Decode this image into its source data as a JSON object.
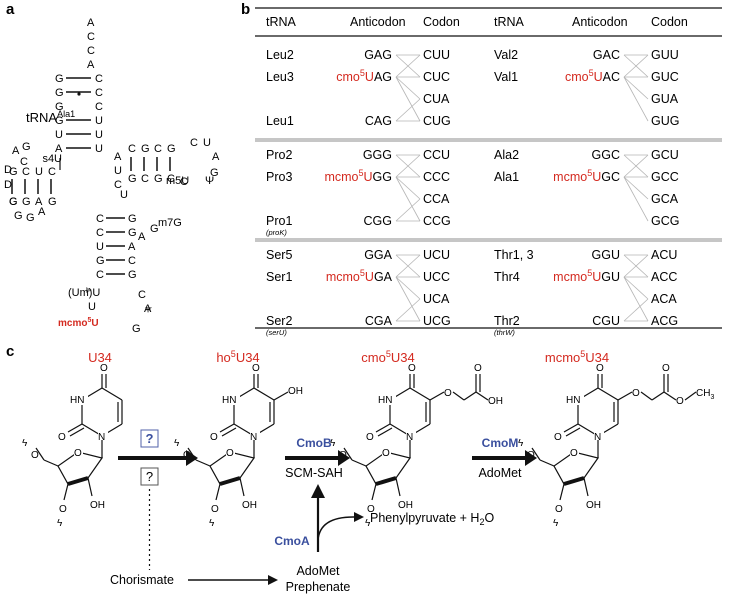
{
  "panel_labels": {
    "a": "a",
    "b": "b",
    "c": "c"
  },
  "trna": {
    "title": "tRNA",
    "title_sup": "Ala1",
    "acceptor_5p": [
      "G",
      "G",
      "G",
      "G",
      "U",
      "A"
    ],
    "acceptor_3p": [
      "A",
      "C",
      "C",
      "A",
      "C",
      "C",
      "C",
      "U",
      "U",
      "U"
    ],
    "s4u": "s4U",
    "m5u": "m5U",
    "psi": "Ψ",
    "m7g": "m7G",
    "d_loop": [
      "C",
      "G",
      "A",
      "D",
      "D",
      "G",
      "G",
      "G",
      "A"
    ],
    "d_stem_top": [
      "C",
      "U",
      "C",
      "G"
    ],
    "d_stem_bot": [
      "G",
      "A",
      "G",
      "C"
    ],
    "t_stem_top": [
      "C",
      "G",
      "C",
      "G"
    ],
    "t_stem_bot": [
      "G",
      "C",
      "G",
      "C"
    ],
    "t_loop": [
      "C",
      "U",
      "A",
      "G",
      "C"
    ],
    "var_loop": [
      "A",
      "G"
    ],
    "ac_stem_5p": [
      "C",
      "C",
      "U",
      "G",
      "C"
    ],
    "ac_stem_3p": [
      "G",
      "G",
      "A",
      "C",
      "G"
    ],
    "um": "(Um)U",
    "u_loop": "U",
    "mcmo_label": "mcmo",
    "mcmo_sup": "5",
    "mcmo_u": "U",
    "ac_loop": [
      "C",
      "A",
      "G"
    ]
  },
  "codon_table": {
    "headers": [
      "tRNA",
      "Anticodon",
      "Codon",
      "tRNA",
      "Anticodon",
      "Codon"
    ],
    "groups": [
      {
        "left": {
          "rows": [
            {
              "trna": "Leu2",
              "anticodon_pre": "",
              "anticodon_sup": "",
              "anticodon": "GAG",
              "codon": "CUU",
              "note": ""
            },
            {
              "trna": "Leu3",
              "anticodon_pre": "cmo",
              "anticodon_sup": "5",
              "anticodon": "UAG",
              "codon": "CUC",
              "note": ""
            },
            {
              "trna": "",
              "anticodon_pre": "",
              "anticodon_sup": "",
              "anticodon": "",
              "codon": "CUA",
              "note": ""
            },
            {
              "trna": "Leu1",
              "anticodon_pre": "",
              "anticodon_sup": "",
              "anticodon": "CAG",
              "codon": "CUG",
              "note": ""
            }
          ]
        },
        "right": {
          "rows": [
            {
              "trna": "Val2",
              "anticodon_pre": "",
              "anticodon_sup": "",
              "anticodon": "GAC",
              "codon": "GUU",
              "note": ""
            },
            {
              "trna": "Val1",
              "anticodon_pre": "cmo",
              "anticodon_sup": "5",
              "anticodon": "UAC",
              "codon": "GUC",
              "note": ""
            },
            {
              "trna": "",
              "anticodon_pre": "",
              "anticodon_sup": "",
              "anticodon": "",
              "codon": "GUA",
              "note": ""
            },
            {
              "trna": "",
              "anticodon_pre": "",
              "anticodon_sup": "",
              "anticodon": "",
              "codon": "GUG",
              "note": ""
            }
          ]
        }
      },
      {
        "left": {
          "rows": [
            {
              "trna": "Pro2",
              "anticodon_pre": "",
              "anticodon_sup": "",
              "anticodon": "GGG",
              "codon": "CCU",
              "note": ""
            },
            {
              "trna": "Pro3",
              "anticodon_pre": "mcmo",
              "anticodon_sup": "5",
              "anticodon": "UGG",
              "codon": "CCC",
              "note": ""
            },
            {
              "trna": "",
              "anticodon_pre": "",
              "anticodon_sup": "",
              "anticodon": "",
              "codon": "CCA",
              "note": ""
            },
            {
              "trna": "Pro1",
              "anticodon_pre": "",
              "anticodon_sup": "",
              "anticodon": "CGG",
              "codon": "CCG",
              "note": "(proK)"
            }
          ]
        },
        "right": {
          "rows": [
            {
              "trna": "Ala2",
              "anticodon_pre": "",
              "anticodon_sup": "",
              "anticodon": "GGC",
              "codon": "GCU",
              "note": ""
            },
            {
              "trna": "Ala1",
              "anticodon_pre": "mcmo",
              "anticodon_sup": "5",
              "anticodon": "UGC",
              "codon": "GCC",
              "note": ""
            },
            {
              "trna": "",
              "anticodon_pre": "",
              "anticodon_sup": "",
              "anticodon": "",
              "codon": "GCA",
              "note": ""
            },
            {
              "trna": "",
              "anticodon_pre": "",
              "anticodon_sup": "",
              "anticodon": "",
              "codon": "GCG",
              "note": ""
            }
          ]
        }
      },
      {
        "left": {
          "rows": [
            {
              "trna": "Ser5",
              "anticodon_pre": "",
              "anticodon_sup": "",
              "anticodon": "GGA",
              "codon": "UCU",
              "note": ""
            },
            {
              "trna": "Ser1",
              "anticodon_pre": "mcmo",
              "anticodon_sup": "5",
              "anticodon": "UGA",
              "codon": "UCC",
              "note": ""
            },
            {
              "trna": "",
              "anticodon_pre": "",
              "anticodon_sup": "",
              "anticodon": "",
              "codon": "UCA",
              "note": ""
            },
            {
              "trna": "Ser2",
              "anticodon_pre": "",
              "anticodon_sup": "",
              "anticodon": "CGA",
              "codon": "UCG",
              "note": "(serU)"
            }
          ]
        },
        "right": {
          "rows": [
            {
              "trna": "Thr1, 3",
              "anticodon_pre": "",
              "anticodon_sup": "",
              "anticodon": "GGU",
              "codon": "ACU",
              "note": ""
            },
            {
              "trna": "Thr4",
              "anticodon_pre": "mcmo",
              "anticodon_sup": "5",
              "anticodon": "UGU",
              "codon": "ACC",
              "note": ""
            },
            {
              "trna": "",
              "anticodon_pre": "",
              "anticodon_sup": "",
              "anticodon": "",
              "codon": "ACA",
              "note": ""
            },
            {
              "trna": "Thr2",
              "anticodon_pre": "",
              "anticodon_sup": "",
              "anticodon": "CGU",
              "codon": "ACG",
              "note": "(thrW)"
            }
          ]
        }
      }
    ]
  },
  "pathway": {
    "compounds": [
      {
        "pre": "U34",
        "sup": "",
        "post": ""
      },
      {
        "pre": "ho",
        "sup": "5",
        "post": "U34"
      },
      {
        "pre": "cmo",
        "sup": "5",
        "post": "U34"
      },
      {
        "pre": "mcmo",
        "sup": "5",
        "post": "U34"
      }
    ],
    "unknown_top": "?",
    "unknown_bottom": "?",
    "enzymes": {
      "cmob": "CmoB",
      "cmom": "CmoM",
      "cmoa": "CmoA"
    },
    "cofactors": {
      "scm_sah": "SCM-SAH",
      "adomet": "AdoMet"
    },
    "byproduct_pre": "Phenylpyruvate + H",
    "byproduct_sub": "2",
    "byproduct_post": "O",
    "chorismate": "Chorismate",
    "adomet_bottom": "AdoMet",
    "prephenate": "Prephenate"
  },
  "atoms": {
    "hn": "HN",
    "n": "N",
    "o": "O",
    "oh": "OH",
    "ch3": "CH",
    "ch3_sub": "3"
  },
  "colors": {
    "red": "#d42a20",
    "blue": "#3a4f9e",
    "gray": "#b5b5b5",
    "black": "#111111"
  }
}
